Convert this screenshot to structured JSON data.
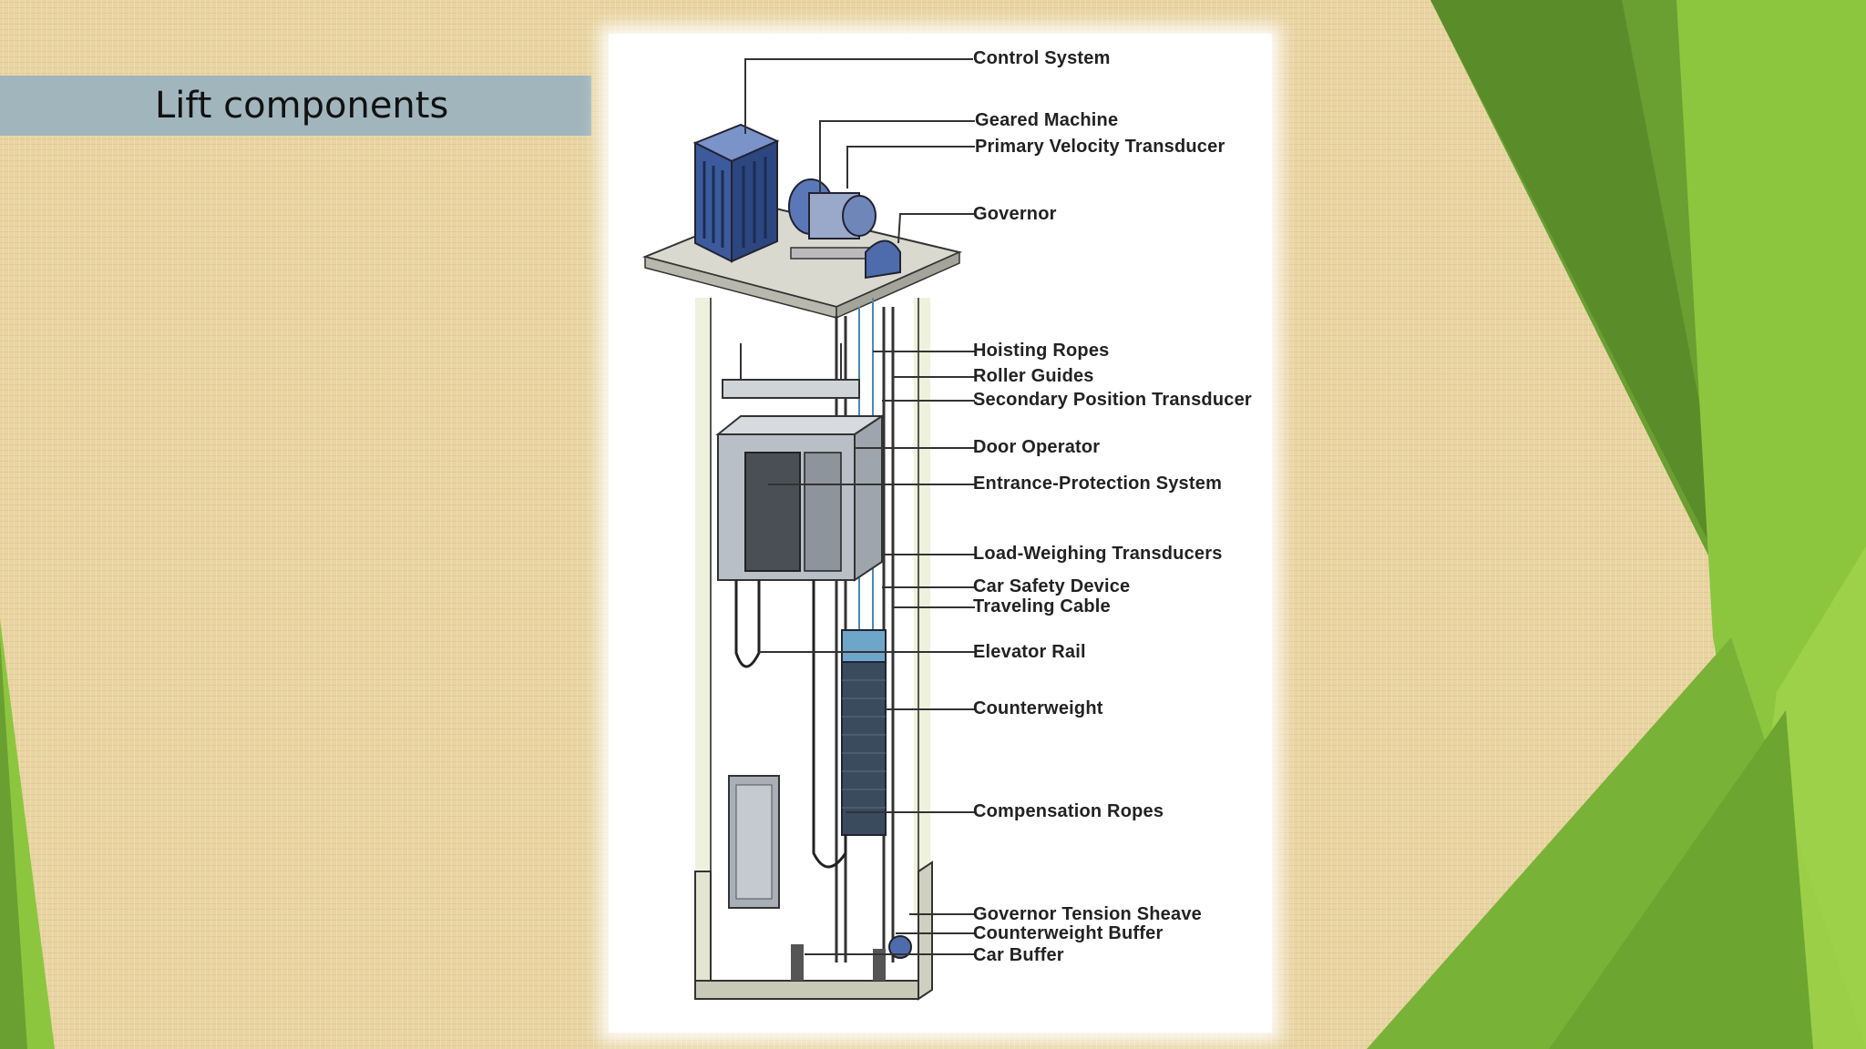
{
  "slide": {
    "title": "Lift components"
  },
  "diagram": {
    "labels": [
      "Control System",
      "Geared Machine",
      "Primary Velocity Transducer",
      "Governor",
      "Hoisting Ropes",
      "Roller Guides",
      "Secondary Position Transducer",
      "Door Operator",
      "Entrance-Protection System",
      "Load-Weighing Transducers",
      "Car Safety Device",
      "Traveling Cable",
      "Elevator Rail",
      "Counterweight",
      "Compensation Ropes",
      "Governor Tension Sheave",
      "Counterweight Buffer",
      "Car Buffer"
    ]
  },
  "colors": {
    "background": "#e8d2a0",
    "title_bar": "#a1b5bd",
    "green_dark": "#5d8f2a",
    "green_light": "#8cc63f",
    "machine_blue": "#3d5b9c"
  }
}
